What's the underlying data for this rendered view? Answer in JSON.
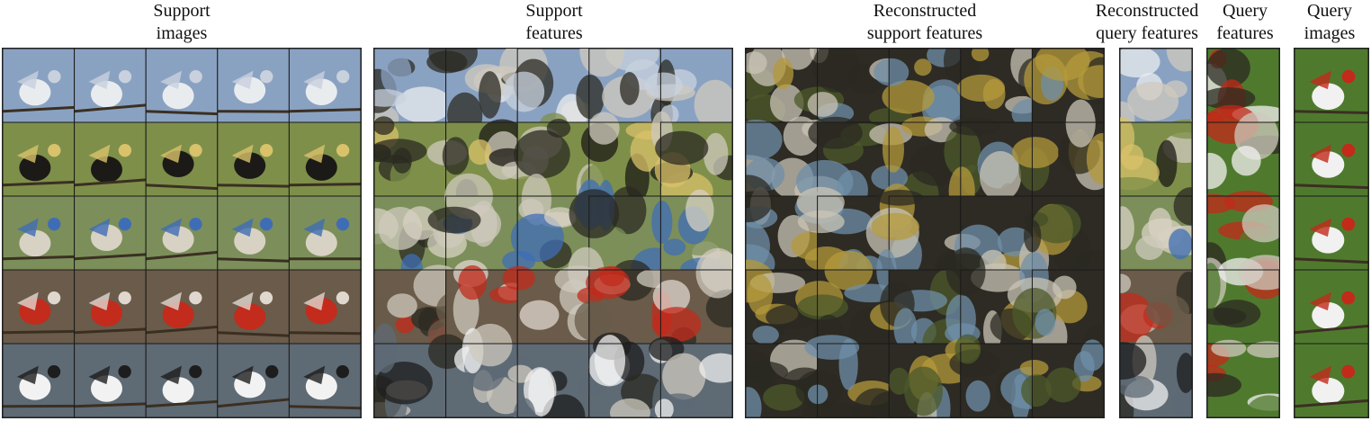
{
  "figure": {
    "columns": [
      {
        "id": "support-images",
        "title_lines": [
          "Support",
          "images"
        ],
        "rows": 5,
        "cols": 5,
        "kind": "photo"
      },
      {
        "id": "support-features",
        "title_lines": [
          "Support",
          "features"
        ],
        "rows": 5,
        "cols": 5,
        "kind": "feature"
      },
      {
        "id": "reconstructed-support",
        "title_lines": [
          "Reconstructed",
          "support features"
        ],
        "rows": 5,
        "cols": 5,
        "kind": "recon"
      },
      {
        "id": "reconstructed-query",
        "title_lines": [
          "Reconstructed",
          "query features"
        ],
        "rows": 5,
        "cols": 1,
        "kind": "feature"
      },
      {
        "id": "query-features",
        "title_lines": [
          "Query",
          "features"
        ],
        "rows": 5,
        "cols": 1,
        "kind": "qfeat"
      },
      {
        "id": "query-images",
        "title_lines": [
          "Query",
          "images"
        ],
        "rows": 5,
        "cols": 1,
        "kind": "photo"
      }
    ],
    "row_palettes": [
      {
        "name": "tern",
        "bg": "#8aa2c2",
        "fg": "#e9ecef",
        "accent": "#c8d1dd"
      },
      {
        "name": "bobolink",
        "bg": "#7e8f4a",
        "fg": "#1c1a16",
        "accent": "#d9c26a"
      },
      {
        "name": "flycatcher",
        "bg": "#7c8f5a",
        "fg": "#d8d2c4",
        "accent": "#3f6db5"
      },
      {
        "name": "cardinal",
        "bg": "#6a5b4a",
        "fg": "#c32b1c",
        "accent": "#e0d7cf"
      },
      {
        "name": "kingfisher",
        "bg": "#5e6a74",
        "fg": "#f2f2f2",
        "accent": "#1d1d1d"
      }
    ],
    "query_palette": {
      "bg": "#4f7a2e",
      "fg": "#f1f1f1",
      "accent": "#c22a1a"
    }
  }
}
